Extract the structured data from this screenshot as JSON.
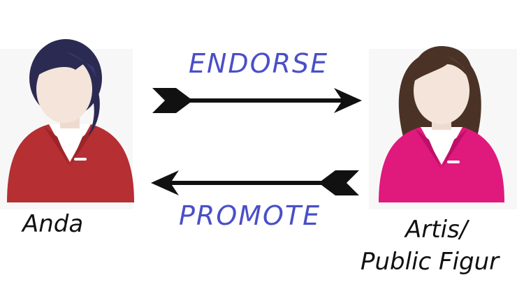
{
  "arrows": {
    "top_label": "ENDORSE",
    "bottom_label": "PROMOTE"
  },
  "people": {
    "left_name": "Anda",
    "right_line1": "Artis/",
    "right_line2": "Public Figur"
  },
  "icons": {
    "left_person": "female-avatar-icon",
    "right_person": "female-avatar-icon",
    "top_arrow": "arrow-right-icon",
    "bottom_arrow": "arrow-left-icon"
  },
  "colors": {
    "label_blue": "#4a4fc8",
    "left_shirt": "#b52f33",
    "right_shirt": "#e0197d",
    "left_hair": "#2b2a52",
    "right_hair": "#4a3326",
    "skin": "#f4e4d9",
    "arrow": "#111111"
  }
}
